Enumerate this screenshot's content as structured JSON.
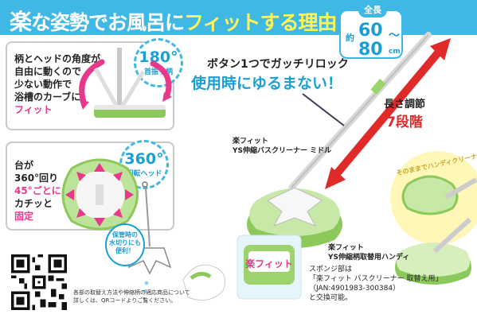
{
  "header": {
    "title_first": "楽",
    "title_mid": "な姿勢でお風呂に",
    "title_accent": "フィットする理由",
    "title_end": "！"
  },
  "length_badge": {
    "caption": "全長",
    "prefix": "約",
    "min": "60",
    "sep": "〜",
    "max": "80",
    "unit": "cm"
  },
  "feature_head": {
    "badge_value": "180°",
    "badge_label": "首振り柄",
    "line1": "柄とヘッドの角度が",
    "line2": "自由に動くので",
    "line3": "少ない動作で",
    "line4": "浴槽のカーブに",
    "line5": "フィット"
  },
  "feature_rotate": {
    "badge_value": "360°",
    "badge_label": "回転ヘッド",
    "line1": "台が",
    "line2": "360°回り",
    "line3": "45°ごとに",
    "line4": "カチッと",
    "line5": "固定"
  },
  "lock": {
    "line1": "ボタン1つでガッチリロック",
    "line2": "使用時にゆるまない！"
  },
  "adjust": {
    "line1": "長さ調節",
    "line2": "7段階"
  },
  "product_middle": {
    "line1": "楽フィット",
    "line2": "YS伸縮バスクリーナー ミドル"
  },
  "product_handy": {
    "line1": "楽フィット",
    "line2": "YS伸縮柄取替用ハンディ"
  },
  "handy_caption": "そのままでハンディクリーナーとして使える",
  "storage_bubble": {
    "line1": "保管時の",
    "line2": "水切りにも",
    "line3": "便利！"
  },
  "sponge_note": {
    "line1": "スポンジ部は",
    "line2": "「楽フィット バスクリーナー 取替え用」",
    "line3": "（JAN:4901983-300384）",
    "line4": "と交換可能。"
  },
  "qr_note": {
    "line1": "各部の取替え方法や伸縮柄の適応商品について",
    "line2": "詳しくは、QRコードよりご覧ください。"
  },
  "colors": {
    "header_blue": "#3fb8e6",
    "accent_yellow": "#fff35a",
    "pink": "#e8388a",
    "red": "#e02a2a",
    "green": "#8cc95a"
  }
}
